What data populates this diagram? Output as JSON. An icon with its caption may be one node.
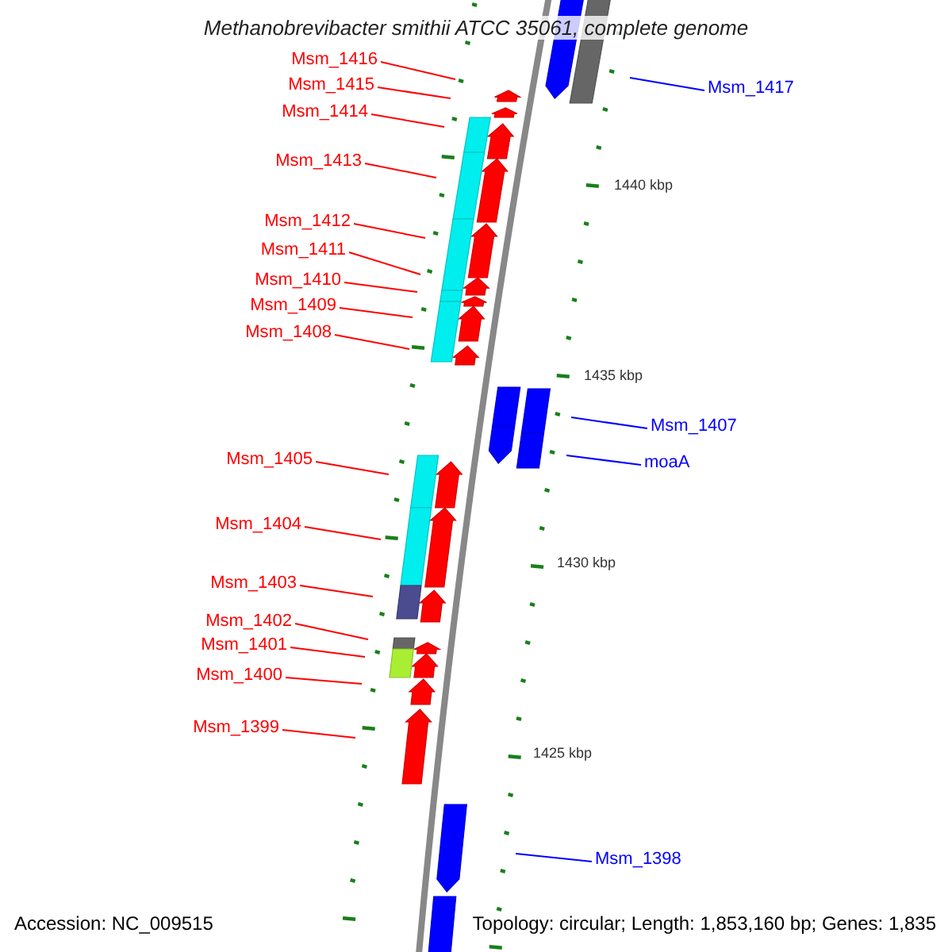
{
  "diagram": {
    "title": "Methanobrevibacter smithii ATCC 35061, complete genome",
    "nodes": [
      {
        "text": [
          "Msm_1416"
        ]
      },
      {
        "text": [
          "Msm_1415"
        ]
      },
      {
        "text": [
          "Msm_1417"
        ]
      },
      {
        "text": [
          "Msm_1414"
        ]
      },
      {
        "text": [
          "Msm_1413"
        ]
      },
      {
        "text": [
          "Msm_1412"
        ]
      },
      {
        "text": [
          "Msm_1411"
        ]
      },
      {
        "text": [
          "Msm_1410"
        ]
      },
      {
        "text": [
          "Msm_1409"
        ]
      },
      {
        "text": [
          "Msm_1408"
        ]
      },
      {
        "text": [
          "Msm_1407"
        ]
      },
      {
        "text": [
          "Msm_1405"
        ]
      },
      {
        "text": [
          "moaA"
        ]
      },
      {
        "text": [
          "Msm_1404"
        ]
      },
      {
        "text": [
          "Msm_1403"
        ]
      },
      {
        "text": [
          "Msm_1402"
        ]
      },
      {
        "text": [
          "Msm_1401"
        ]
      },
      {
        "text": [
          "Msm_1400"
        ]
      },
      {
        "text": [
          "Msm_1399"
        ]
      },
      {
        "text": [
          "Msm_1398"
        ]
      }
    ],
    "edges": [
      {
        "from": 0,
        "to": null,
        "arrow": "none"
      },
      {
        "from": 1,
        "to": null,
        "arrow": "none"
      },
      {
        "from": 2,
        "to": null,
        "arrow": "none",
        "color": "#0000ff"
      },
      {
        "from": 3,
        "to": null,
        "arrow": "none"
      },
      {
        "from": 4,
        "to": null,
        "arrow": "none"
      },
      {
        "from": 5,
        "to": null,
        "arrow": "none"
      },
      {
        "from": 6,
        "to": null,
        "arrow": "none"
      },
      {
        "from": 7,
        "to": null,
        "arrow": "none"
      },
      {
        "from": 8,
        "to": null,
        "arrow": "none"
      },
      {
        "from": 9,
        "to": null,
        "arrow": "none"
      },
      {
        "from": 10,
        "to": null,
        "arrow": "none",
        "color": "#0000ff"
      },
      {
        "from": 11,
        "to": null,
        "arrow": "none"
      },
      {
        "from": 12,
        "to": null,
        "arrow": "none",
        "color": "#0000ff"
      },
      {
        "from": 13,
        "to": null,
        "arrow": "none"
      },
      {
        "from": 14,
        "to": null,
        "arrow": "none"
      },
      {
        "from": 15,
        "to": null,
        "arrow": "none"
      },
      {
        "from": 16,
        "to": null,
        "arrow": "none"
      },
      {
        "from": 17,
        "to": null,
        "arrow": "none"
      },
      {
        "from": 18,
        "to": null,
        "arrow": "none"
      },
      {
        "from": 19,
        "to": null,
        "arrow": "none",
        "color": "#0000ff"
      }
    ],
    "labels": [
      "1440 kbp",
      "1435 kbp",
      "1430 kbp",
      "1425 kbp",
      "Accession: NC_009515",
      "Topology: circular; Length: 1,853,160 bp; Genes: 1,835"
    ]
  }
}
